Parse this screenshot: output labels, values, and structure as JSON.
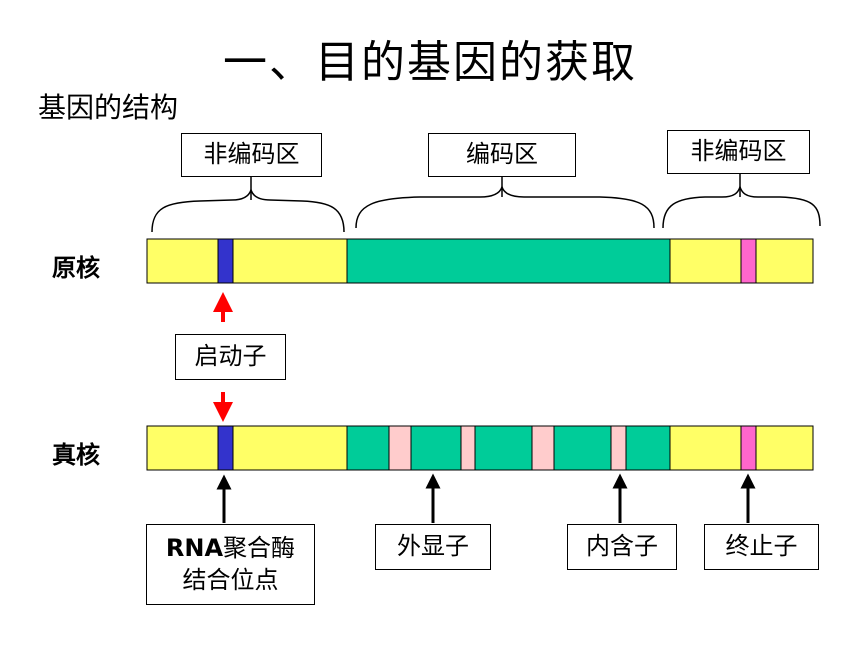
{
  "title": "一、目的基因的获取",
  "subtitle": "基因的结构",
  "rows": {
    "prokaryote": "原核",
    "eukaryote": "真核"
  },
  "region_labels": {
    "noncoding_left": "非编码区",
    "coding": "编码区",
    "noncoding_right": "非编码区"
  },
  "annotations": {
    "promoter": "启动子",
    "rna_pol_line1_bold": "RNA",
    "rna_pol_line1_rest": "聚合酶",
    "rna_pol_line2": "结合位点",
    "exon": "外显子",
    "intron": "内含子",
    "terminator": "终止子"
  },
  "colors": {
    "noncoding": "#ffff66",
    "coding": "#00cc99",
    "promoter_site": "#3333cc",
    "intron": "#ffcccc",
    "terminator_site": "#ff66cc",
    "arrow_red": "#ff0000"
  }
}
